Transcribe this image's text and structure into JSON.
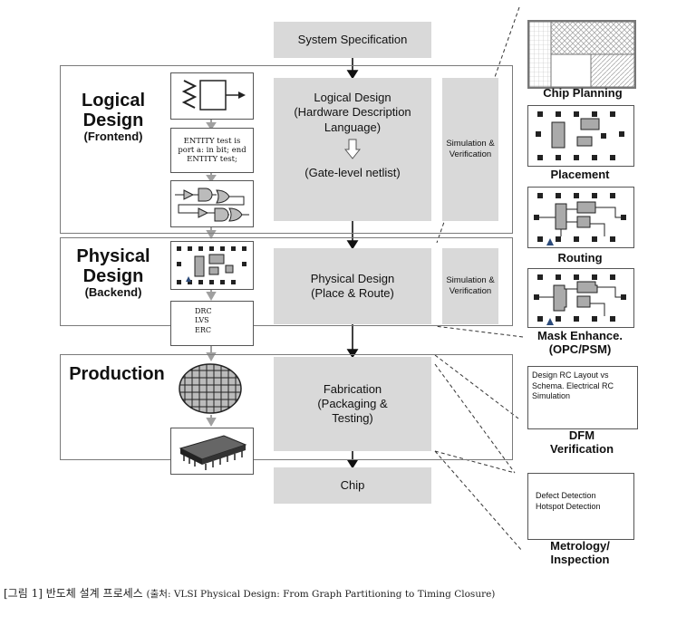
{
  "flow": {
    "system_spec": "System Specification",
    "logical_design": "Logical Design",
    "logical_design_sub": "(Hardware Description Language)",
    "gate_netlist": "(Gate-level netlist)",
    "physical_design": "Physical Design",
    "physical_design_sub": "(Place & Route)",
    "fabrication": "Fabrication",
    "fabrication_sub": "(Packaging & Testing)",
    "chip": "Chip",
    "sim_1": "Simulation & Verification",
    "sim_2": "Simulation & Verification"
  },
  "stages": {
    "logical_title": "Logical Design",
    "logical_sub": "(Frontend)",
    "physical_title": "Physical Design",
    "physical_sub": "(Backend)",
    "production_title": "Production"
  },
  "thumbs": {
    "entity_text": "ENTITY test is port a: in bit; end ENTITY test;",
    "drc": "DRC",
    "lvs": "LVS",
    "erc": "ERC"
  },
  "right_panel": {
    "chip_planning": "Chip Planning",
    "placement": "Placement",
    "routing": "Routing",
    "mask_enhance": "Mask Enhance.",
    "mask_enhance_sub": "(OPC/PSM)",
    "dfm_items": "Design RC Layout vs Schema. Electrical RC Simulation",
    "dfm": "DFM",
    "dfm_sub": "Verification",
    "metrology_items_1": "Defect Detection",
    "metrology_items_2": "Hotspot Detection",
    "metrology": "Metrology/",
    "metrology_sub": "Inspection"
  },
  "caption": {
    "label": "[그림 1] 반도체 설계 프로세스",
    "source": "(출처: VLSI Physical Design: From Graph Partitioning to Timing Closure)"
  },
  "colors": {
    "box_gray": "#d9d9d9",
    "frame": "#7a7a7a",
    "arrow": "#111111"
  }
}
